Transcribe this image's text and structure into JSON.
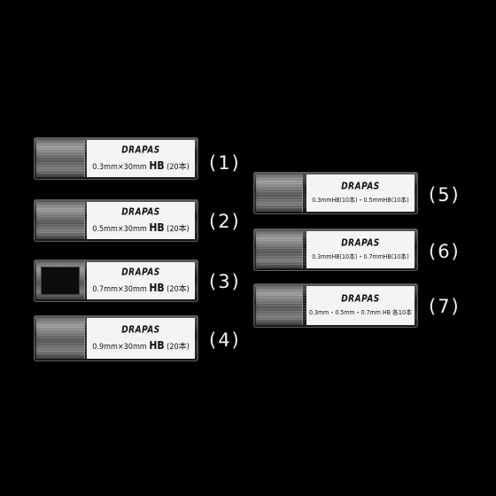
{
  "products": [
    {
      "number": "(1)",
      "brand": "DRAPAS",
      "size": "0.3mm×30mm",
      "grade": "HB",
      "count": "(20本)"
    },
    {
      "number": "(2)",
      "brand": "DRAPAS",
      "size": "0.5mm×30mm",
      "grade": "HB",
      "count": "(20本)"
    },
    {
      "number": "(3)",
      "brand": "DRAPAS",
      "size": "0.7mm×30mm",
      "grade": "HB",
      "count": "(20本)"
    },
    {
      "number": "(4)",
      "brand": "DRAPAS",
      "size": "0.9mm×30mm",
      "grade": "HB",
      "count": "(20本)"
    },
    {
      "number": "(5)",
      "brand": "DRAPAS",
      "spec": "0.3mmHB(10本)・0.5mmHB(10本)"
    },
    {
      "number": "(6)",
      "brand": "DRAPAS",
      "spec": "0.3mmHB(10本)・0.7mmHB(10本)"
    },
    {
      "number": "(7)",
      "brand": "DRAPAS",
      "spec": "0.3mm・0.5mm・0.7mm HB 各10本"
    }
  ]
}
